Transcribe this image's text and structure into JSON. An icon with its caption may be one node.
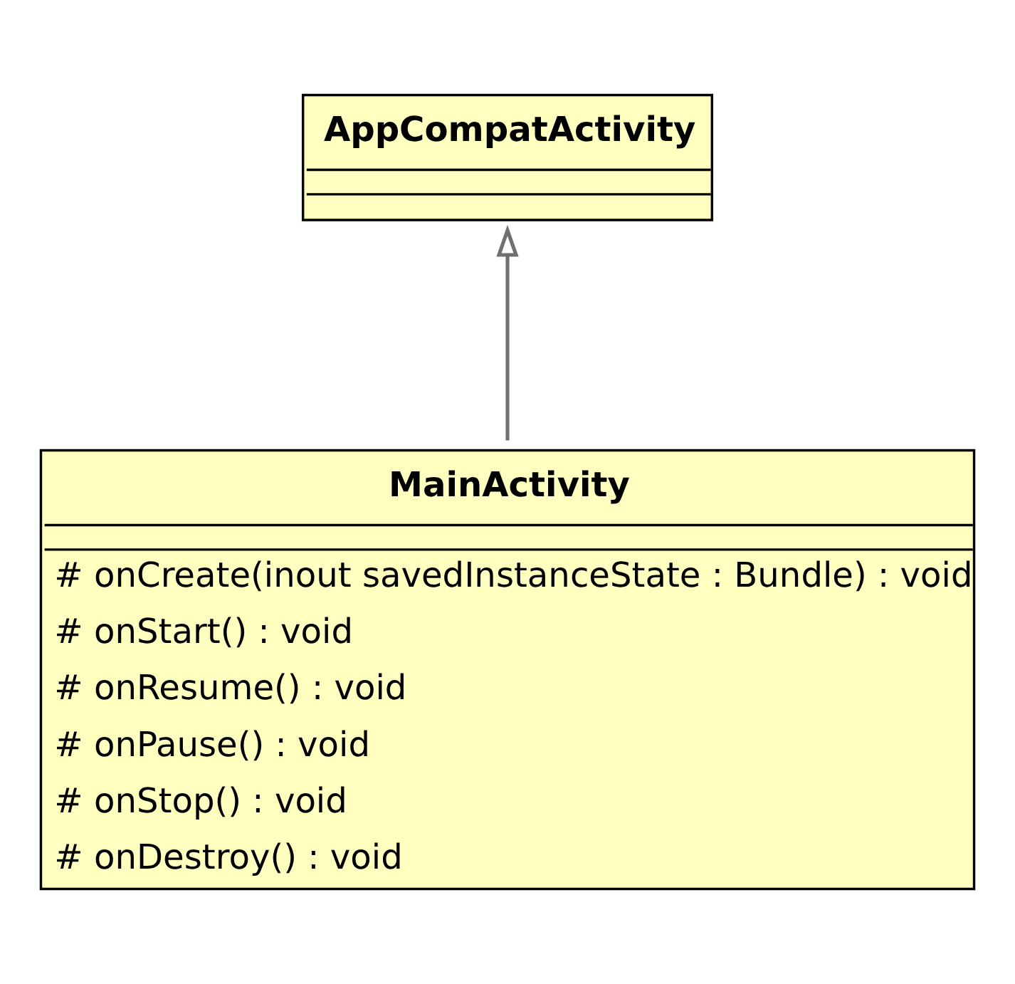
{
  "diagram": {
    "nodes": [
      {
        "text": [
          "AppCompatActivity"
        ]
      },
      {
        "text": [
          "MainActivity",
          "# onCreate(inout savedInstanceState : Bundle) : void",
          "# onStart() : void",
          "# onResume() : void",
          "# onPause() : void",
          "# onStop() : void",
          "# onDestroy() : void"
        ]
      }
    ],
    "edges": [
      {
        "from": 1,
        "to": 0,
        "arrow": "to"
      }
    ]
  }
}
